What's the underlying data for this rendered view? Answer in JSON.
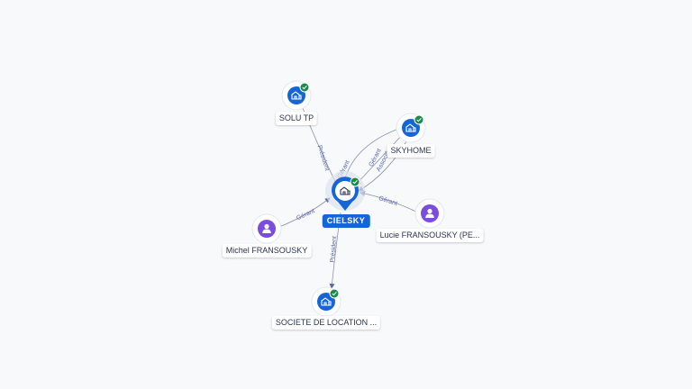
{
  "colors": {
    "company": "#1565d8",
    "person": "#7c4ddc",
    "check": "#1a8a4a",
    "edge": "#8a93a8",
    "edge_label": "#5b67a8"
  },
  "center": {
    "name": "CIELSKY",
    "icon": "building-icon",
    "badge": "check-icon"
  },
  "nodes": [
    {
      "id": "solutp",
      "name": "SOLU TP",
      "kind": "company",
      "icon": "building-icon",
      "badge": "check-icon"
    },
    {
      "id": "skyhome",
      "name": "SKYHOME",
      "kind": "company",
      "icon": "building-icon",
      "badge": "check-icon"
    },
    {
      "id": "lucie",
      "name": "Lucie FRANSOUSKY (PE...",
      "kind": "person",
      "icon": "person-icon"
    },
    {
      "id": "michel",
      "name": "Michel FRANSOUSKY",
      "kind": "person",
      "icon": "person-icon"
    },
    {
      "id": "sdl",
      "name": "SOCIETE DE LOCATION ...",
      "kind": "company",
      "icon": "building-icon",
      "badge": "check-icon"
    }
  ],
  "edges": [
    {
      "from": "solutp",
      "to": "center",
      "label": "Président"
    },
    {
      "from": "center",
      "to": "skyhome",
      "label": "Gérant"
    },
    {
      "from": "skyhome",
      "to": "center",
      "label": "Gérant"
    },
    {
      "from": "skyhome",
      "to": "center",
      "label": "Associé"
    },
    {
      "from": "lucie",
      "to": "center",
      "label": "Gérant"
    },
    {
      "from": "michel",
      "to": "center",
      "label": "Gérant"
    },
    {
      "from": "center",
      "to": "sdl",
      "label": "Président"
    }
  ]
}
